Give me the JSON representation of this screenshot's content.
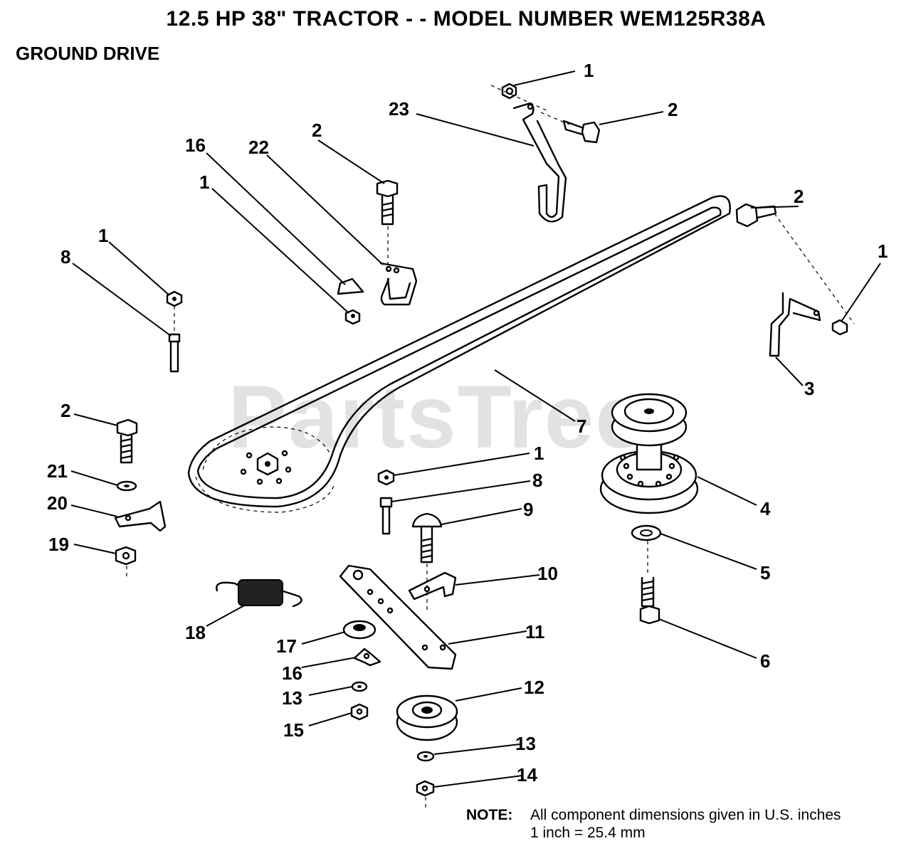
{
  "title": "12.5 HP 38\" TRACTOR - - MODEL NUMBER WEM125R38A",
  "subtitle": "GROUND DRIVE",
  "watermark": "PartsTree",
  "note": {
    "label": "NOTE:",
    "line1": "All component dimensions given in U.S. inches",
    "line2": "1 inch = 25.4 mm"
  },
  "callouts": [
    "1",
    "23",
    "2",
    "2",
    "1",
    "3",
    "2",
    "16",
    "22",
    "1",
    "1",
    "8",
    "7",
    "2",
    "1",
    "4",
    "21",
    "8",
    "9",
    "20",
    "5",
    "19",
    "10",
    "18",
    "11",
    "6",
    "17",
    "16",
    "12",
    "13",
    "15",
    "13",
    "14"
  ]
}
